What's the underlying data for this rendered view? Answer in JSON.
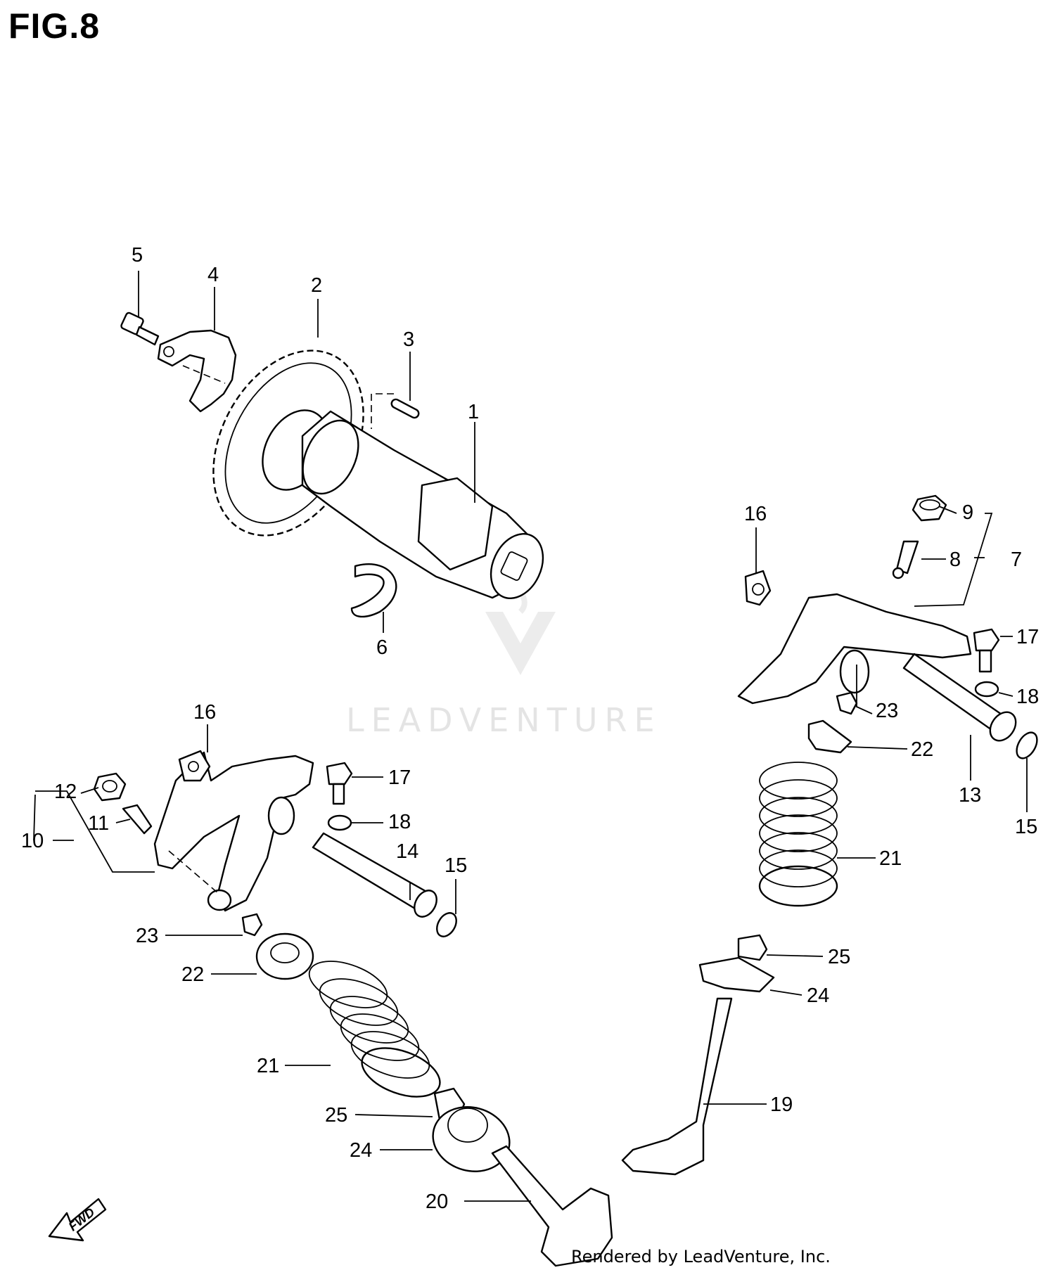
{
  "figure": {
    "title": "FIG.8"
  },
  "watermark": {
    "brand": "LEADVENTURE"
  },
  "footer": {
    "rendered_by": "Rendered by LeadVenture, Inc."
  },
  "fwd_arrow": {
    "label": "FWD"
  },
  "callouts": {
    "c1": "1",
    "c2": "2",
    "c3": "3",
    "c4": "4",
    "c5": "5",
    "c6": "6",
    "c7": "7",
    "c8": "8",
    "c9": "9",
    "c10": "10",
    "c11": "11",
    "c12": "12",
    "c13": "13",
    "c14": "14",
    "c15_left": "15",
    "c15_right": "15",
    "c16_left": "16",
    "c16_right": "16",
    "c17_left": "17",
    "c17_right": "17",
    "c18_left": "18",
    "c18_right": "18",
    "c19": "19",
    "c20": "20",
    "c21_left": "21",
    "c21_right": "21",
    "c22_left": "22",
    "c22_right": "22",
    "c23_left": "23",
    "c23_right": "23",
    "c24_left": "24",
    "c24_right": "24",
    "c25_left": "25",
    "c25_right": "25"
  }
}
